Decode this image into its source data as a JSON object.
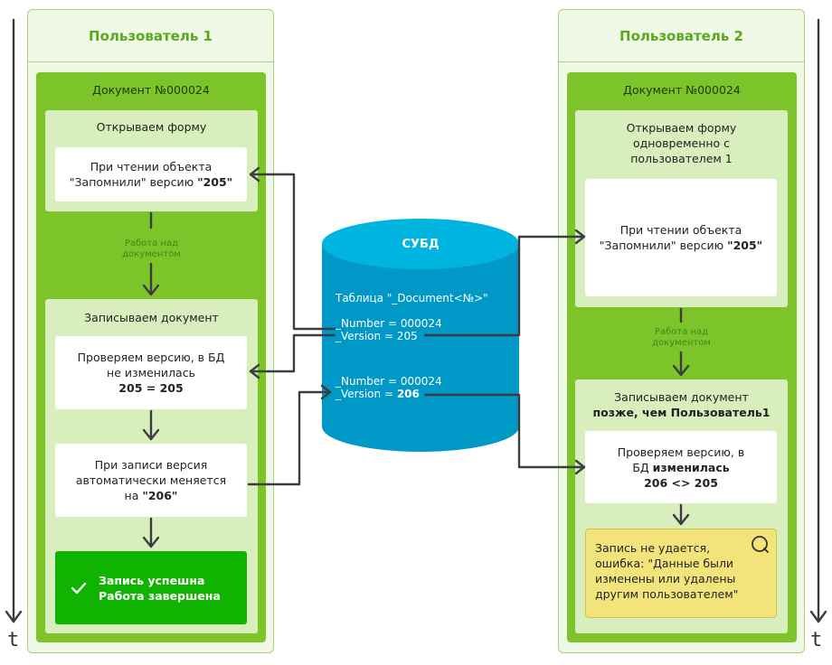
{
  "timeline": {
    "label": "t"
  },
  "user1": {
    "title": "Пользователь 1",
    "document": "Документ №000024",
    "open_phase": {
      "title": "Открываем форму",
      "read_card": [
        "При чтении объекта",
        "\"Запомнили\" версию ",
        "\"205\""
      ]
    },
    "work_label": [
      "Работа над",
      "документом"
    ],
    "write_phase": {
      "title": "Записываем документ",
      "check_card": [
        "Проверяем версию, в БД",
        "не изменилась",
        "205 = 205"
      ],
      "auto_card": [
        "При записи версия",
        "автоматически меняется",
        "на ",
        "\"206\""
      ],
      "success": [
        "Запись успешна",
        "Работа завершена"
      ]
    }
  },
  "database": {
    "title": "СУБД",
    "table": "Таблица \"_Document<№>\"",
    "record1": [
      "_Number = 000024",
      "_Version = 205"
    ],
    "record2": [
      "_Number = 000024",
      "_Version = ",
      "206"
    ]
  },
  "user2": {
    "title": "Пользователь 2",
    "document": "Документ №000024",
    "open_phase": {
      "title": [
        "Открываем форму",
        "одновременно с",
        "пользователем 1"
      ],
      "read_card": [
        "При чтении объекта",
        "\"Запомнили\" версию ",
        "\"205\""
      ]
    },
    "work_label": [
      "Работа над",
      "документом"
    ],
    "write_phase": {
      "title": [
        "Записываем документ",
        "позже, чем Пользователь1"
      ],
      "check_card": [
        "Проверяем версию, в",
        "БД ",
        "изменилась",
        "206 <> 205"
      ],
      "error": [
        "Запись не удается,",
        "ошибка: \"Данные были",
        "изменены или удалены",
        "другим пользователем\""
      ]
    }
  },
  "colors": {
    "green": "#7dc42a",
    "db": "#0098c7",
    "db_top": "#00b4e0",
    "success": "#10b400",
    "error": "#f2e37a"
  }
}
